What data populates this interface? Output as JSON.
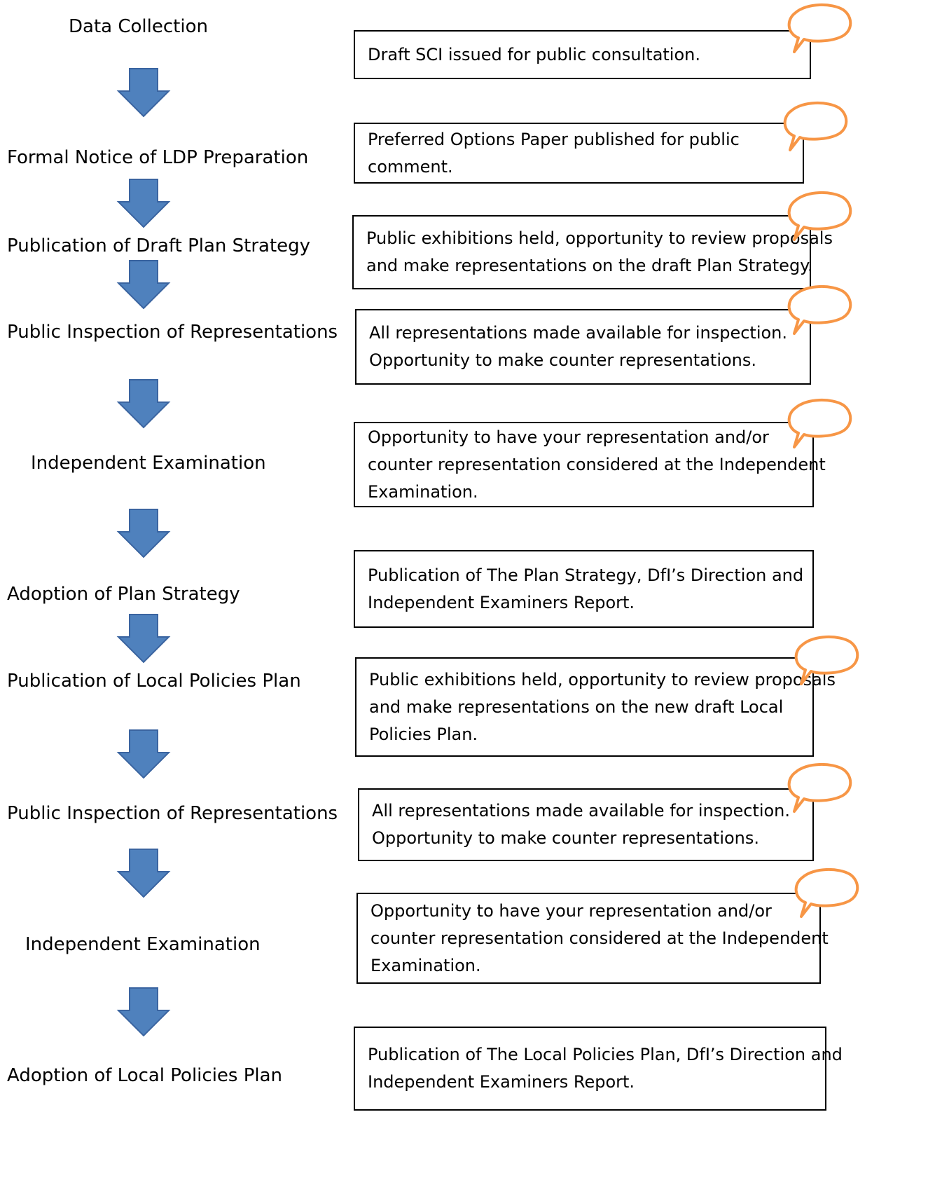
{
  "colors": {
    "arrow_fill": "#4f81bd",
    "arrow_stroke": "#3a64a0",
    "bubble_stroke": "#f79646",
    "box_border": "#000000"
  },
  "stages": [
    "Data Collection",
    "Formal Notice of LDP Preparation",
    "Publication of Draft Plan Strategy",
    "Public Inspection of Representations",
    "Independent Examination",
    "Adoption of Plan Strategy",
    "Publication of Local Policies Plan",
    "Public Inspection of Representations",
    "Independent Examination",
    "Adoption of Local Policies Plan"
  ],
  "notes": [
    {
      "lines": [
        "Draft SCI issued for public consultation."
      ]
    },
    {
      "lines": [
        "Preferred Options Paper published for public",
        "comment."
      ]
    },
    {
      "lines": [
        "Public exhibitions held, opportunity to review proposals",
        "and make representations on the draft Plan Strategy."
      ]
    },
    {
      "lines": [
        "All representations made available for inspection.",
        "Opportunity to make counter representations."
      ]
    },
    {
      "lines": [
        "Opportunity to have your representation  and/or",
        "counter representation considered at the Independent",
        "Examination."
      ]
    },
    {
      "lines": [
        "Publication of The Plan Strategy, DfI’s Direction and",
        "Independent Examiners Report."
      ]
    },
    {
      "lines": [
        "Public exhibitions held, opportunity to review proposals",
        "and make representations on the new draft Local",
        "Policies Plan."
      ]
    },
    {
      "lines": [
        "All representations made available for inspection.",
        "Opportunity to make counter representations."
      ]
    },
    {
      "lines": [
        "Opportunity to have your representation and/or",
        "counter representation considered at the Independent",
        "Examination."
      ]
    },
    {
      "lines": [
        "Publication of The Local Policies Plan, DfI’s Direction and",
        "Independent Examiners Report."
      ]
    }
  ],
  "icons": {
    "arrow": "down-arrow-icon",
    "bubble": "speech-bubble-icon"
  }
}
